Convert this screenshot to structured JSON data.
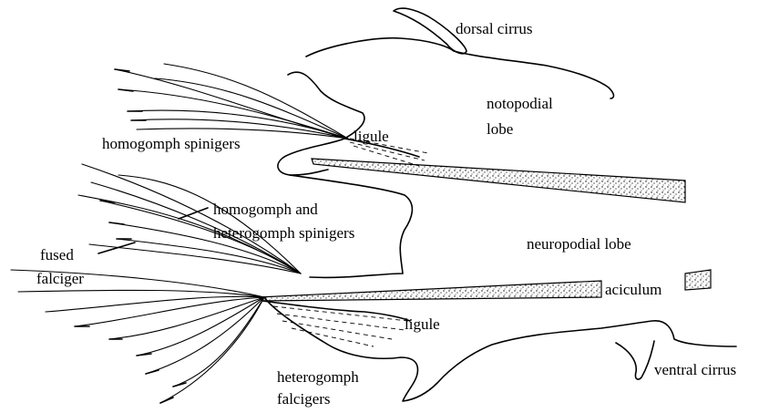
{
  "labels": {
    "dorsal_cirrus": "dorsal cirrus",
    "notopodial_lobe_1": "notopodial",
    "notopodial_lobe_2": "lobe",
    "ligule_upper": "ligule",
    "homogomph_spinigers": "homogomph spinigers",
    "homo_hetero_1": "homogomph and",
    "homo_hetero_2": "heterogomph spinigers",
    "fused_falciger_1": "fused",
    "fused_falciger_2": "falciger",
    "neuropodial_lobe": "neuropodial lobe",
    "aciculum": "aciculum",
    "ligule_lower": "ligule",
    "heterogomph_falcigers_1": "heterogomph",
    "heterogomph_falcigers_2": "falcigers",
    "ventral_cirrus": "ventral cirrus"
  }
}
